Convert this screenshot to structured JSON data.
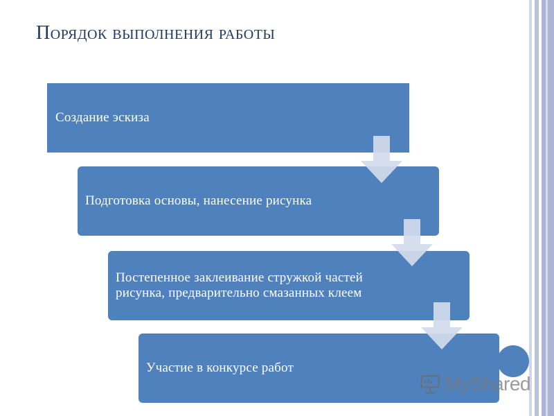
{
  "slide": {
    "title": "Порядок выполнения работы"
  },
  "steps": [
    {
      "label": "Создание эскиза"
    },
    {
      "label": "Подготовка основы, нанесение рисунка"
    },
    {
      "label": "Постепенное заклеивание стружкой частей рисунка, предварительно смазанных клеем"
    },
    {
      "label": "Участие в конкурсе работ"
    }
  ],
  "watermark": {
    "brand": "MyShared",
    "icon": "presentation-board-icon"
  },
  "colors": {
    "title": "#1f3864",
    "box": "#4f81bd",
    "arrow": "#d3dbeb",
    "stripes": "#aab6d3"
  }
}
